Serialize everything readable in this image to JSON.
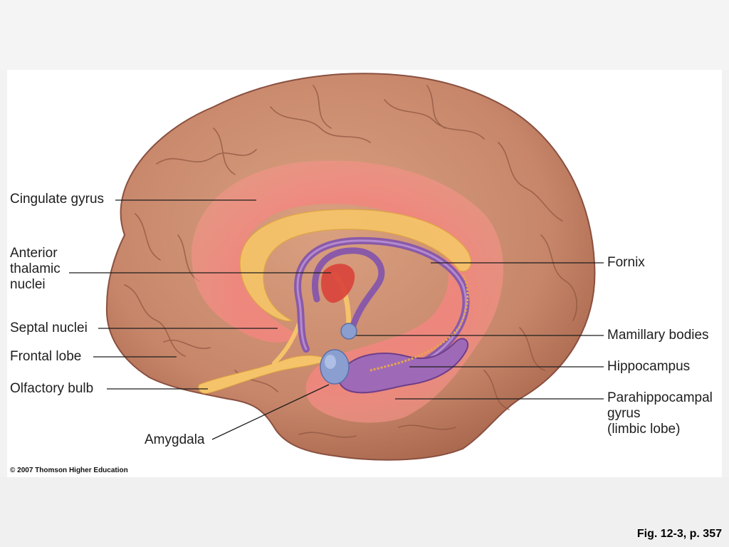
{
  "labels": {
    "cingulate_gyrus": "Cingulate gyrus",
    "anterior_thalamic_nuclei": "Anterior\nthalamic\nnuclei",
    "septal_nuclei": "Septal nuclei",
    "frontal_lobe": "Frontal lobe",
    "olfactory_bulb": "Olfactory bulb",
    "amygdala": "Amygdala",
    "fornix": "Fornix",
    "mamillary_bodies": "Mamillary bodies",
    "hippocampus": "Hippocampus",
    "parahippocampal_gyrus": "Parahippocampal\ngyrus\n(limbic lobe)"
  },
  "copyright": "© 2007 Thomson Higher Education",
  "figure_ref": "Fig. 12-3, p. 357",
  "colors": {
    "brain": "#c98a6a",
    "limbic_lobe": "#f07a7a",
    "corpus_callosum": "#f5c36a",
    "fornix": "#8a5aa8",
    "nuclei": "#8a9fd0"
  }
}
